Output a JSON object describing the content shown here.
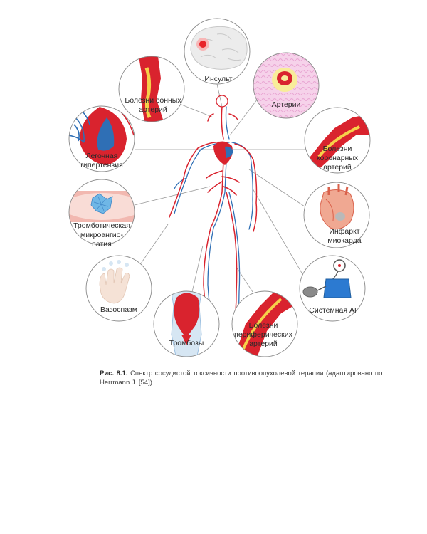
{
  "diagram": {
    "labels": {
      "stroke": "Инсульт",
      "carotid_1": "Болезни сонных",
      "carotid_2": "артерий",
      "arteries": "Артерии",
      "pulm_1": "Легочная",
      "pulm_2": "гипертензия",
      "coronary_1": "Болезни",
      "coronary_2": "коронарных",
      "coronary_3": "артерий",
      "tma_1": "Тромботическая",
      "tma_2": "микроангио-",
      "tma_3": "патия",
      "mi_1": "Инфаркт",
      "mi_2": "миокарда",
      "vasospasm": "Вазоспазм",
      "hypertension": "Системная АГ",
      "thrombosis": "Тромбозы",
      "pad_1": "Болезни",
      "pad_2": "периферических",
      "pad_3": "артерий"
    },
    "colors": {
      "artery": "#d9232e",
      "vein": "#2f6fb5",
      "circle_border": "#8a8a8a",
      "leader_line": "#9a9a9a"
    }
  },
  "caption": {
    "prefix": "Рис. 8.1.",
    "text": "Спектр сосудистой токсичности противоопухолевой терапии (адаптировано по: Herrmann J. [54])"
  }
}
